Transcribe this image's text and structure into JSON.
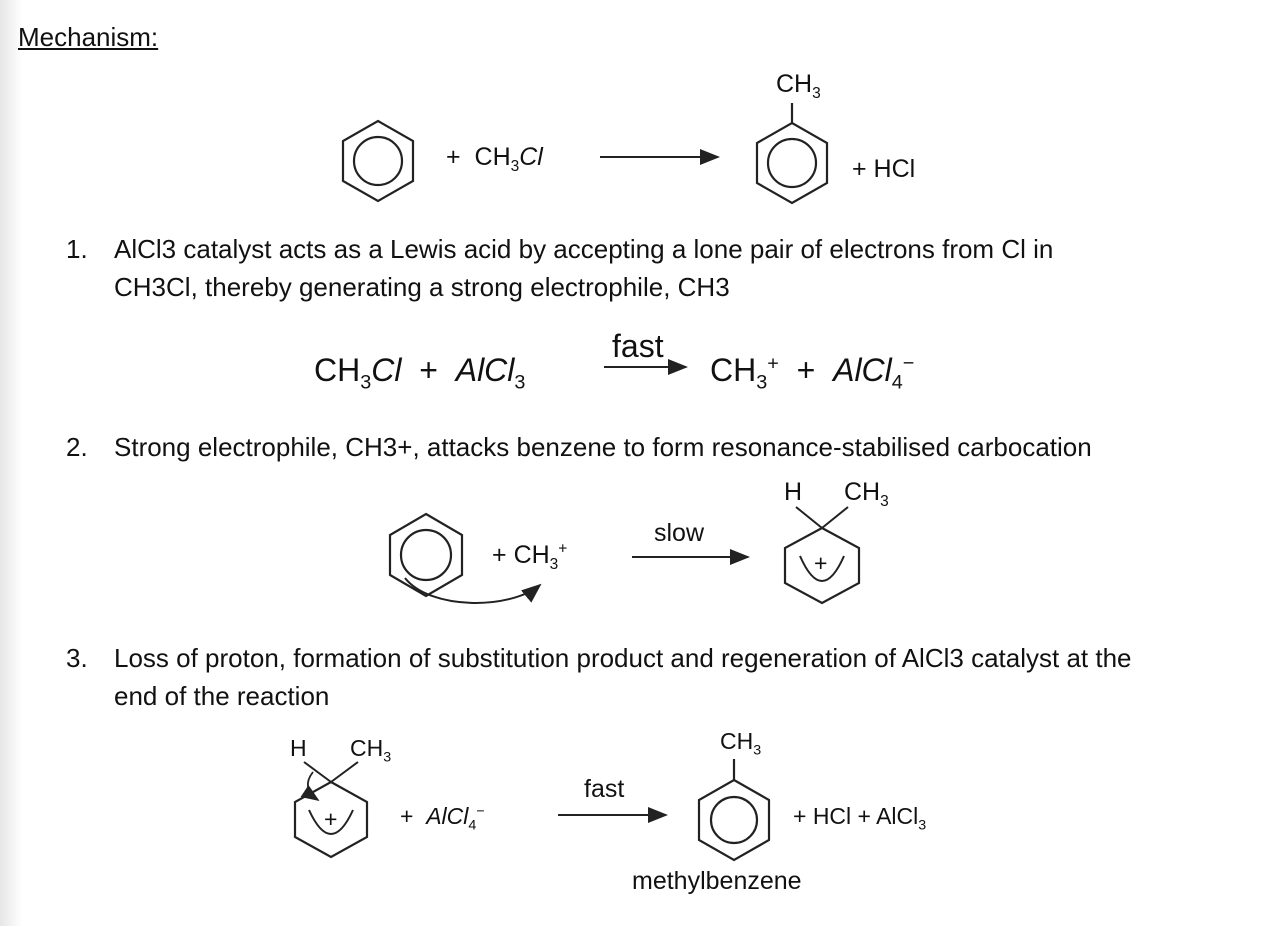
{
  "heading": "Mechanism:",
  "overall": {
    "reagent": "CH",
    "reagent_sub": "3",
    "reagent_tail": "Cl",
    "product_group": "CH",
    "product_group_sub": "3",
    "byproduct": "+ HCl",
    "plus": "+"
  },
  "steps": [
    {
      "number": "1.",
      "lines": [
        "AlCl3 catalyst acts as a Lewis acid by accepting a lone pair of electrons from Cl in",
        "CH3Cl, thereby generating a strong electrophile, CH3"
      ]
    },
    {
      "number": "2.",
      "lines": [
        "Strong electrophile, CH3+, attacks benzene to form resonance-stabilised carbocation"
      ]
    },
    {
      "number": "3.",
      "lines": [
        "Loss of proton, formation of substitution product and regeneration of AlCl3 catalyst at the",
        "end of the reaction"
      ]
    }
  ],
  "eq1": {
    "left": "CH",
    "left_sub": "3",
    "left_tail": "Cl",
    "plus": "+",
    "cat": "AlCl",
    "cat_sub": "3",
    "arrow_label": "fast",
    "prod1": "CH",
    "prod1_sub": "3",
    "prod1_sup": "+",
    "prod2": "AlCl",
    "prod2_sub": "4",
    "prod2_sup": "−"
  },
  "eq2": {
    "plus": "+",
    "reagent": "CH",
    "reagent_sub": "3",
    "reagent_sup": "+",
    "arrow_label": "slow",
    "h": "H",
    "ch3": "CH",
    "ch3_sub": "3",
    "charge": "+"
  },
  "eq3": {
    "h": "H",
    "ch3": "CH",
    "ch3_sub": "3",
    "charge": "+",
    "plus": "+",
    "base": "AlCl",
    "base_sub": "4",
    "base_sup": "−",
    "arrow_label": "fast",
    "prod_group": "CH",
    "prod_group_sub": "3",
    "byproducts": "+ HCl + AlCl",
    "byproducts_sub": "3",
    "product_name": "methylbenzene"
  }
}
